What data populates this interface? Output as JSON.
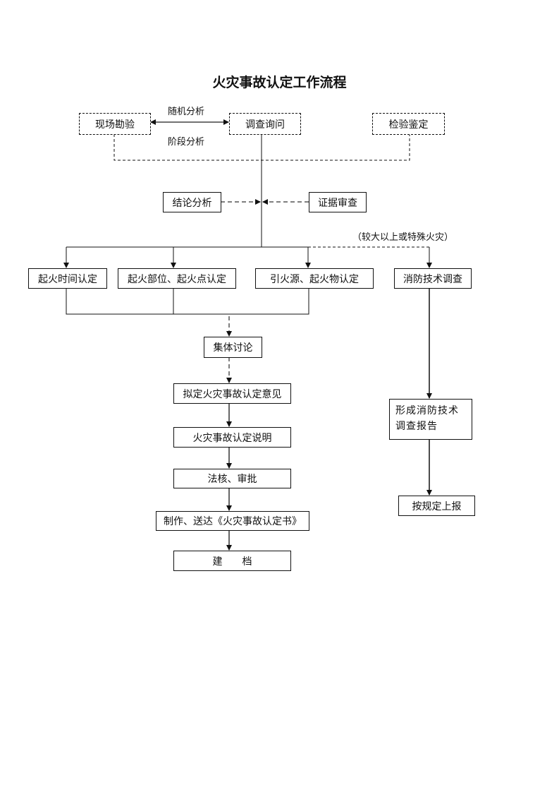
{
  "title": "火灾事故认定工作流程",
  "top_row": {
    "site_inspection": "现场勘验",
    "investigation_inquiry": "调查询问",
    "inspection_appraisal": "检验鉴定",
    "label_random_analysis": "随机分析",
    "label_stage_analysis": "阶段分析"
  },
  "analysis_row": {
    "conclusion_analysis": "结论分析",
    "evidence_review": "证据审查"
  },
  "annotation_major_fire": "（较大以上或特殊火灾）",
  "determination_row": {
    "fire_time": "起火时间认定",
    "fire_location": "起火部位、起火点认定",
    "ignition_source": "引火源、起火物认定",
    "technical_investigation": "消防技术调查"
  },
  "main_flow": {
    "collective_discussion": "集体讨论",
    "draft_opinion": "拟定火灾事故认定意见",
    "explanation": "火灾事故认定说明",
    "legal_review": "法核、审批",
    "issue_document": "制作、送达《火灾事故认定书》",
    "archive": "建　　档"
  },
  "side_flow": {
    "technical_report": "形成消防技术调查报告",
    "report_upward": "按规定上报"
  }
}
